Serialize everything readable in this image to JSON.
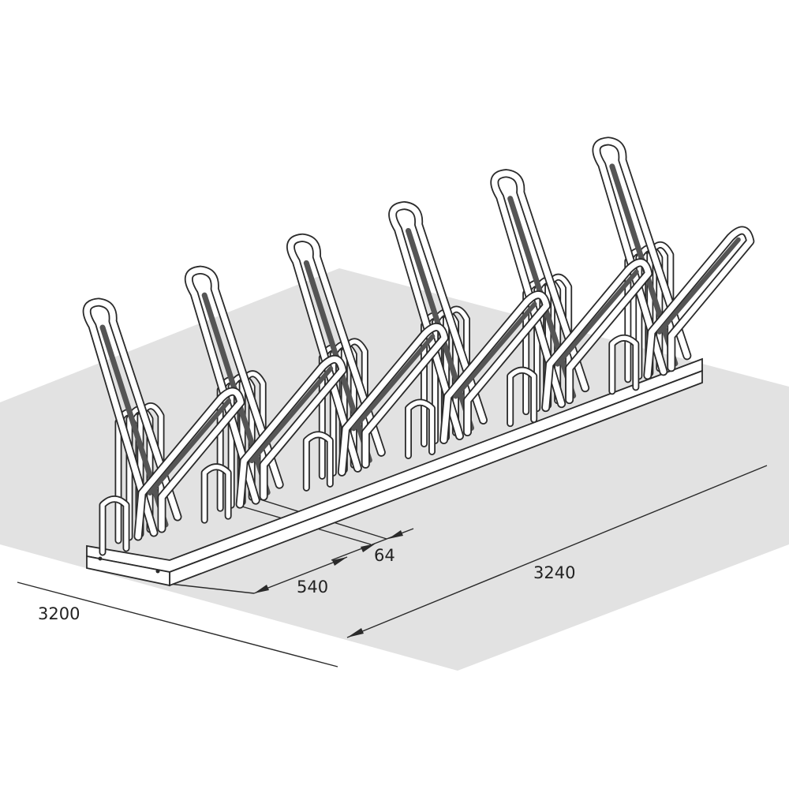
{
  "diagram": {
    "colors": {
      "background": "#ffffff",
      "floor": "#e2e2e2",
      "tube_outline": "#2a2a2a",
      "tube_fill": "#ffffff",
      "dark_strip": "#555555",
      "dimension_line": "#2a2a2a",
      "text": "#222222"
    },
    "dimensions": {
      "total_depth": "3200",
      "total_length": "3240",
      "spacing": "540",
      "offset": "64"
    },
    "rack": {
      "high_stands": 6,
      "low_stands": 6
    }
  }
}
